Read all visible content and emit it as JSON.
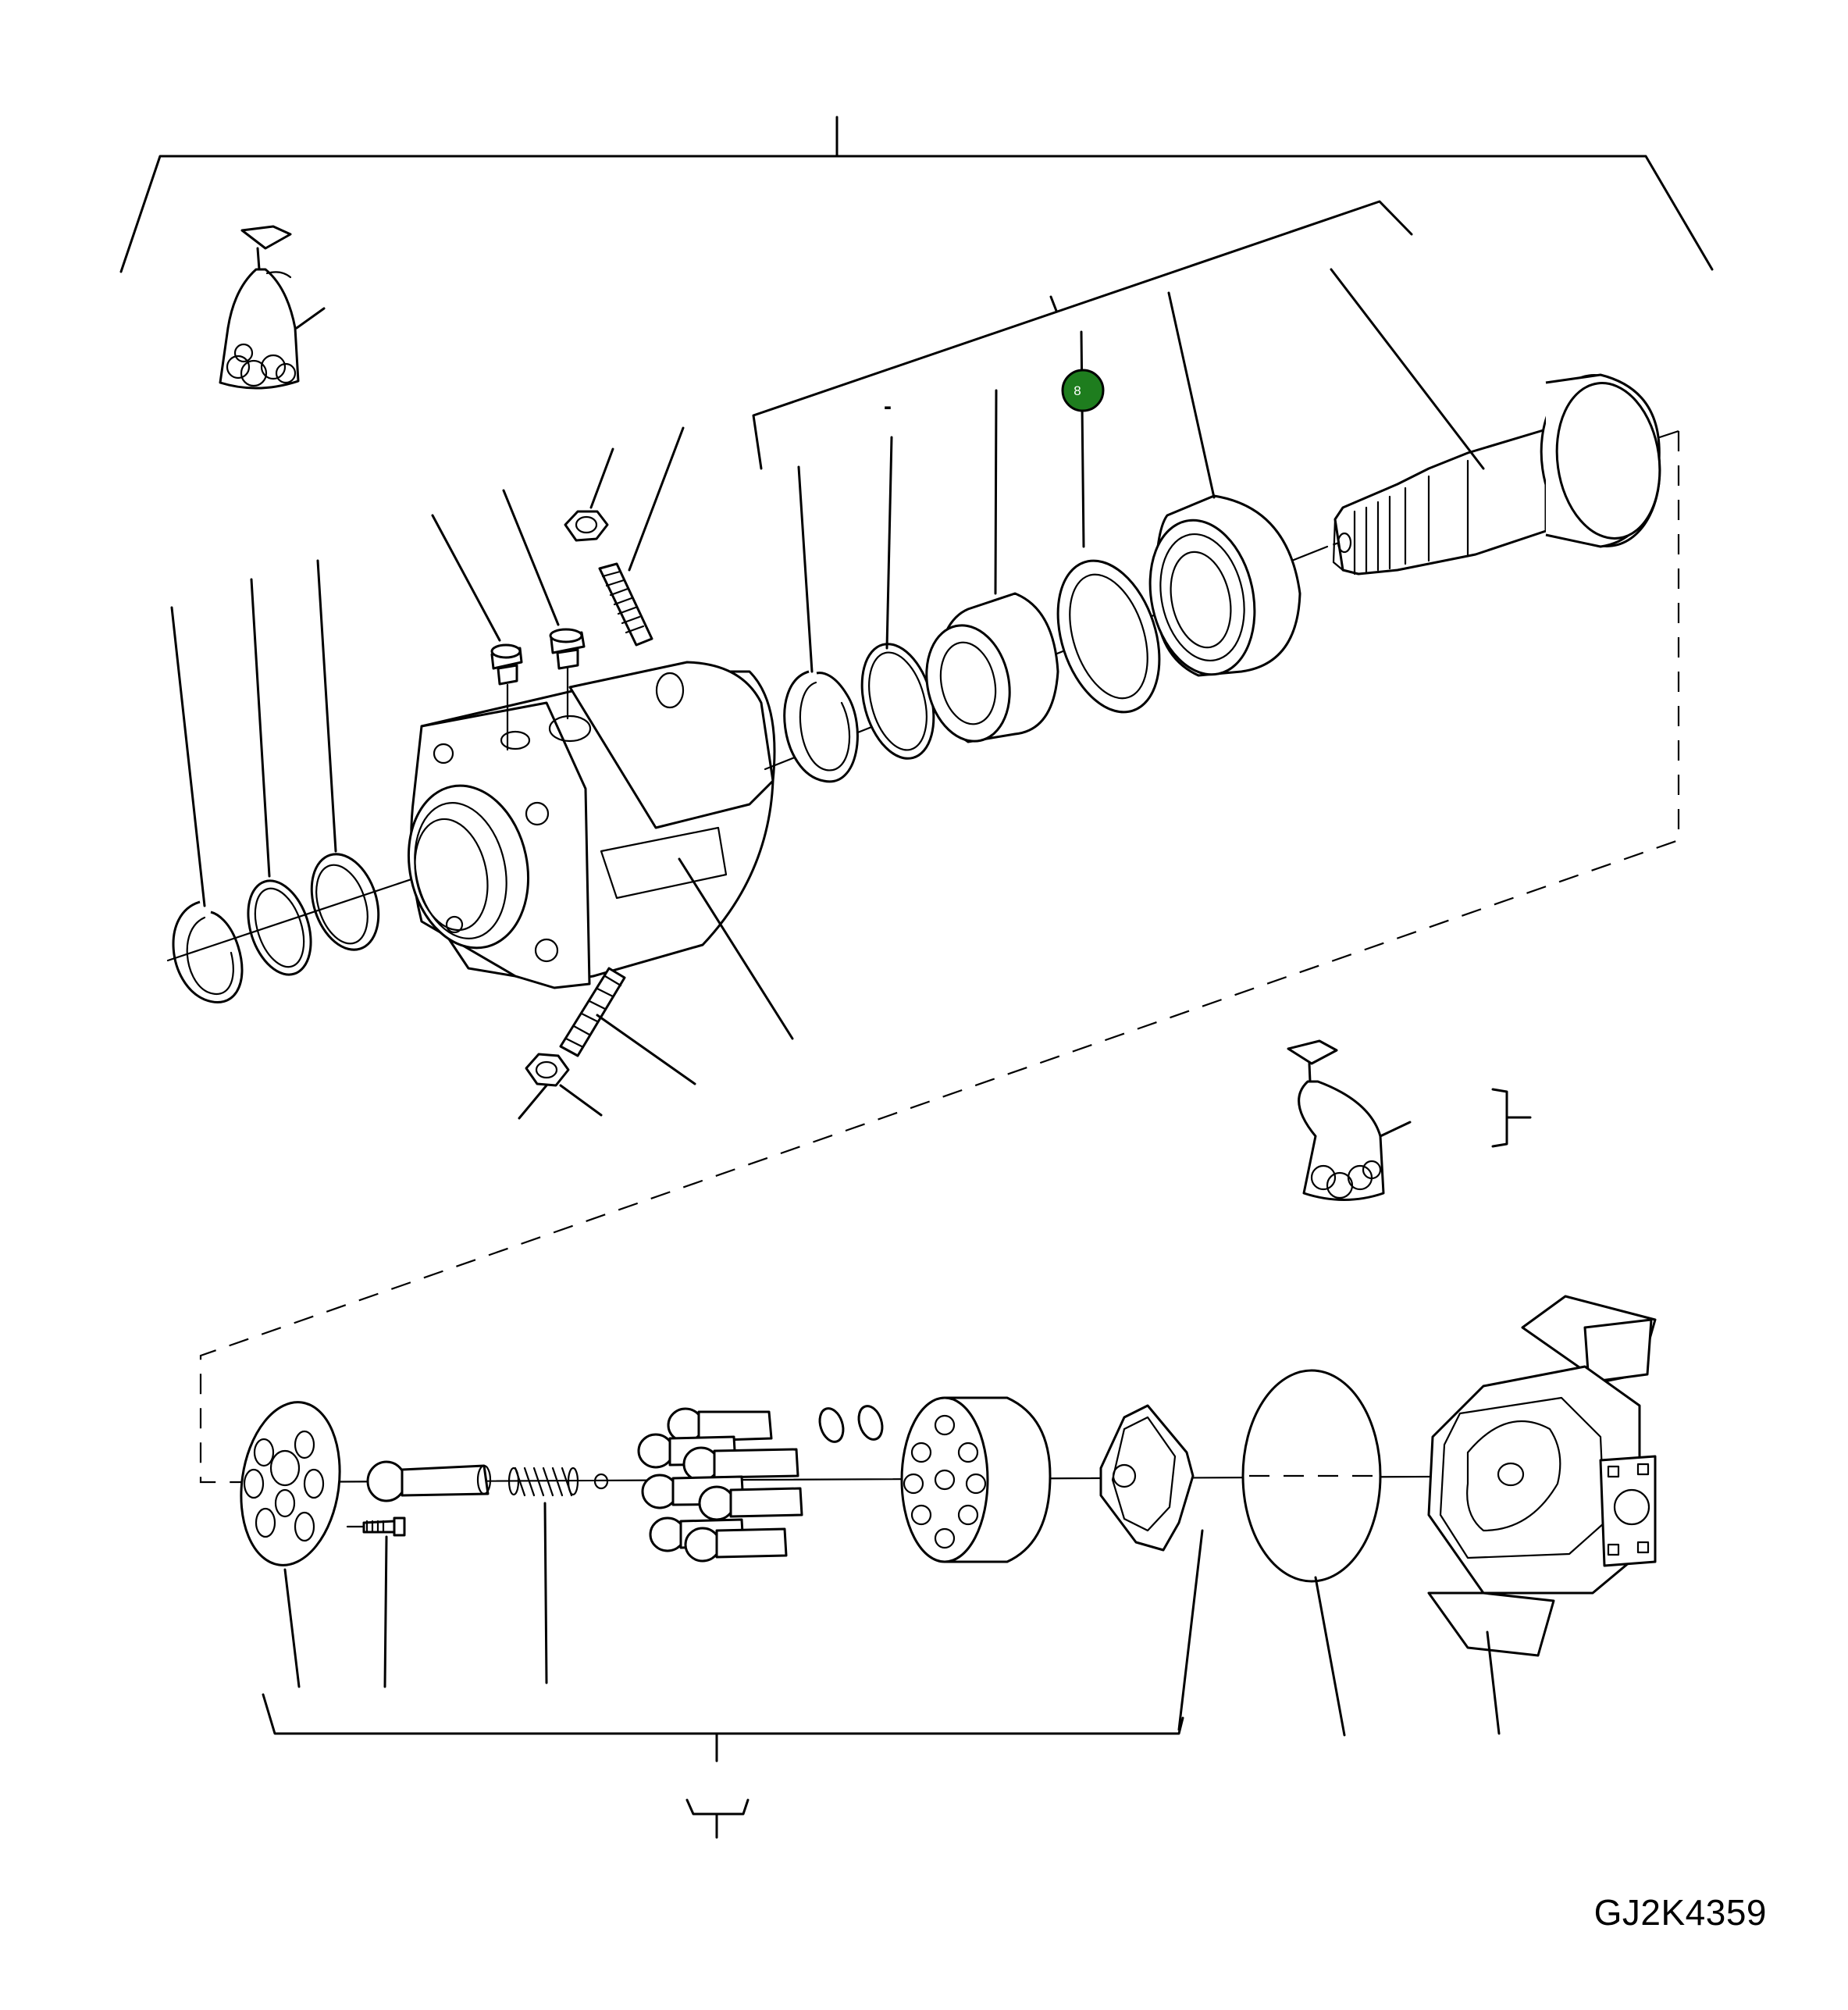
{
  "drawing_id": "GJ2K4359",
  "callouts": [
    {
      "label": "8",
      "color": "#1e7d1e",
      "part": "shaft-seal-ring"
    }
  ],
  "dash_marks": [
    "-"
  ],
  "parts": [
    "seal-kit-bag-top",
    "seal-kit-bag-right",
    "retaining-ring-left",
    "o-ring-left",
    "seal-ring-left",
    "motor-housing",
    "plug-screw-1",
    "plug-screw-2",
    "lock-nut-top",
    "setscrew-top",
    "setscrew-bottom",
    "lock-nut-bottom",
    "circlip",
    "support-ring",
    "bearing-inner",
    "shaft-seal-ring",
    "roller-bearing",
    "drive-shaft",
    "retaining-plate",
    "center-pin",
    "screw",
    "pressure-spring",
    "pistons",
    "snap-rings",
    "cylinder-block",
    "control-lens",
    "gasket",
    "port-plate"
  ]
}
